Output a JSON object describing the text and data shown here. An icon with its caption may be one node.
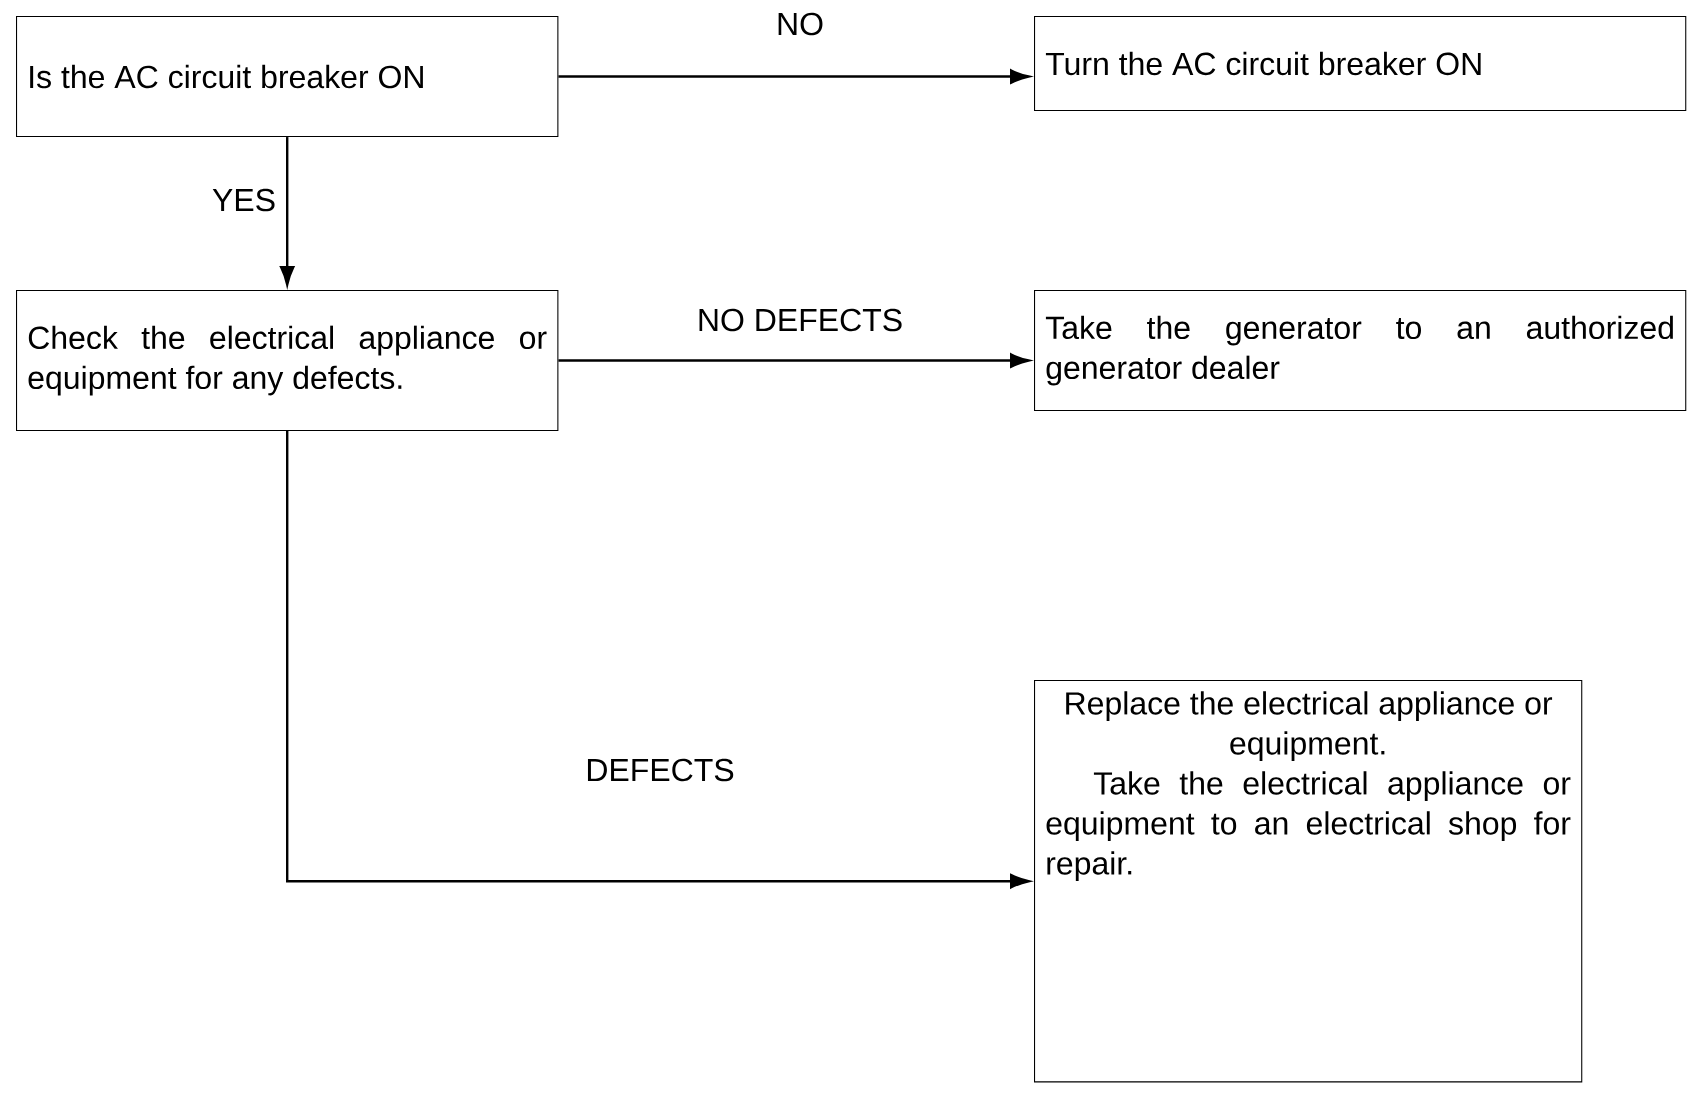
{
  "diagram": {
    "nodes": [
      {
        "text": [
          "Is the AC circuit breaker ON"
        ]
      },
      {
        "text": [
          "Turn the AC circuit breaker ON"
        ]
      },
      {
        "text": [
          "Check the electrical appliance or equipment for any defects."
        ]
      },
      {
        "text": [
          "Take the generator to an authorized generator dealer"
        ]
      },
      {
        "text": [
          "Replace the electrical appliance or equipment.",
          "Take the electrical appliance or equipment to an electrical shop for repair."
        ]
      }
    ],
    "edges": [
      {
        "from": 0,
        "to": 1,
        "arrow": "to",
        "label": "NO"
      },
      {
        "from": 0,
        "to": 2,
        "arrow": "to",
        "label": "YES"
      },
      {
        "from": 2,
        "to": 3,
        "arrow": "to",
        "label": "NO DEFECTS"
      },
      {
        "from": 2,
        "to": 4,
        "arrow": "to",
        "label": "DEFECTS"
      }
    ]
  }
}
